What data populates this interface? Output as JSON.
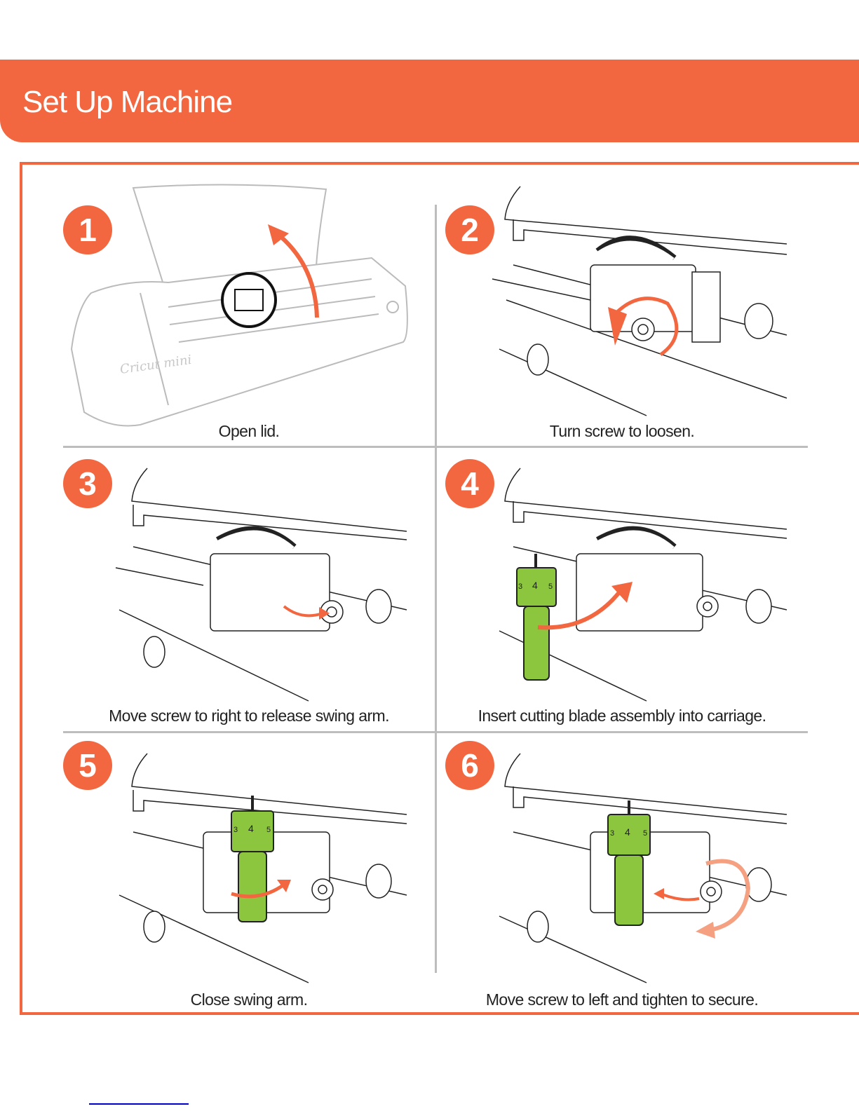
{
  "header": {
    "title": "Set Up Machine"
  },
  "colors": {
    "accent": "#f26640",
    "blade_green": "#8cc63f",
    "divider": "#bdbdbd"
  },
  "steps": [
    {
      "number": "1",
      "caption": "Open lid.",
      "brand": "Cricut mini"
    },
    {
      "number": "2",
      "caption": "Turn screw to loosen."
    },
    {
      "number": "3",
      "caption": "Move screw to right to release swing arm."
    },
    {
      "number": "4",
      "caption": "Insert cutting blade assembly into carriage.",
      "dial": [
        "3",
        "4",
        "5"
      ]
    },
    {
      "number": "5",
      "caption": "Close swing arm.",
      "dial": [
        "3",
        "4",
        "5"
      ]
    },
    {
      "number": "6",
      "caption": "Move screw to left and tighten to secure.",
      "dial": [
        "3",
        "4",
        "5"
      ]
    }
  ]
}
